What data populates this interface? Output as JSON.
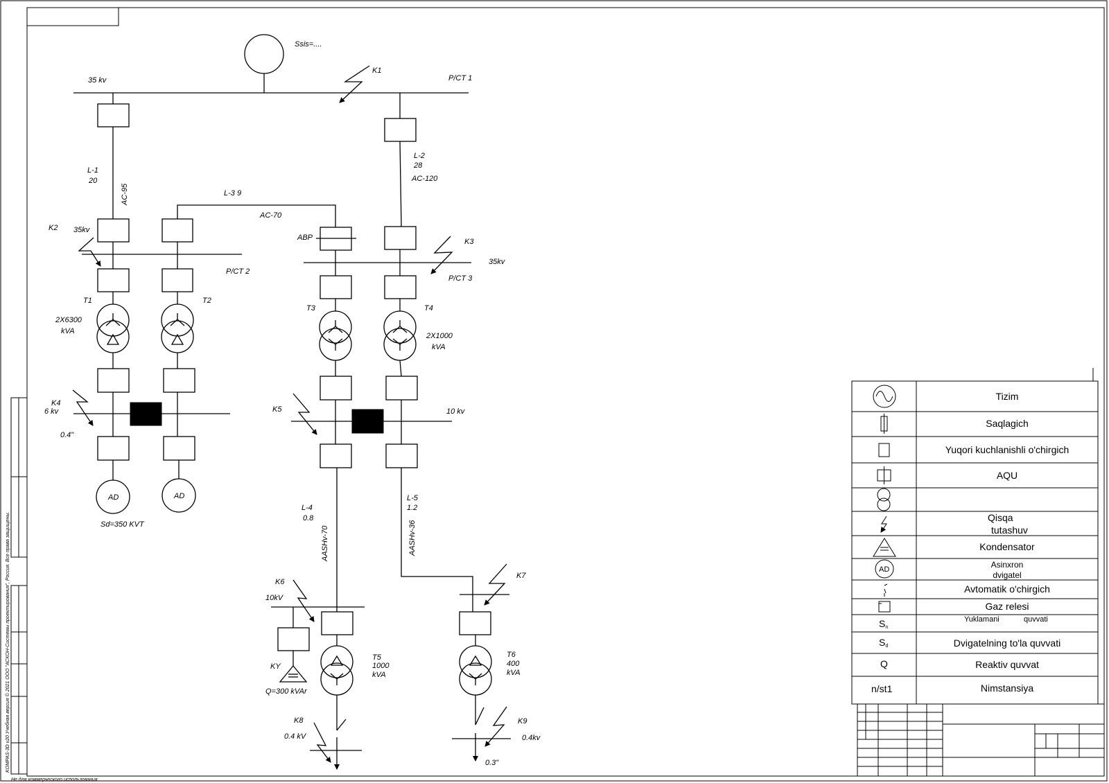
{
  "diagram": {
    "source_label": "Ssis=....",
    "busbars": {
      "bus35_main_voltage": "35 kv",
      "pst1": "P/CT 1",
      "pst2": "P/CT 2",
      "pst2_voltage": "35kv",
      "pst3": "P/CT 3",
      "pst3_voltage": "35kv",
      "bus6_voltage": "6 kv",
      "bus10_voltage": "10 kv",
      "bus6_note": "0.4\"",
      "bus10kv_k6": "10kV",
      "bus04_k8": "0.4 kV",
      "bus04_k9": "0.4kv",
      "bus04_note": "0.3\""
    },
    "faults": [
      "K1",
      "K2",
      "K3",
      "K4",
      "K5",
      "K6",
      "K7",
      "K8",
      "K9"
    ],
    "lines": {
      "l1_name": "L-1",
      "l1_len": "20",
      "l1_wire": "AC-95",
      "l2_name": "L-2",
      "l2_len": "28",
      "l2_wire": "AC-120",
      "l3_name": "L-3   9",
      "l3_wire": "AC-70",
      "l4_name": "L-4",
      "l4_len": "0.8",
      "l4_wire": "AASHv-70",
      "l5_name": "L-5",
      "l5_len": "1.2",
      "l5_wire": "AASHv-36"
    },
    "abr": "ABP",
    "transformers": {
      "t1": "T1",
      "t2": "T2",
      "t12_rating_1": "2X6300",
      "t12_rating_2": "kVA",
      "t3": "T3",
      "t4": "T4",
      "t34_rating_1": "2X1000",
      "t34_rating_2": "kVA",
      "t5": "T5",
      "t5_rating_1": "1000",
      "t5_rating_2": "kVA",
      "t6": "T6",
      "t6_rating_1": "400",
      "t6_rating_2": "kVA"
    },
    "motors": {
      "ad": "AD",
      "sd": "Sd=350 KVT"
    },
    "capacitor": {
      "name": "KY",
      "q": "Q=300 kVAr"
    }
  },
  "legend": {
    "rows": [
      {
        "symbol": "",
        "label": "Tizim"
      },
      {
        "symbol": "",
        "label": "Saqlagich"
      },
      {
        "symbol": "",
        "label": "Yuqori kuchlanishli o'chirgich"
      },
      {
        "symbol": "",
        "label": "AQU"
      },
      {
        "symbol": "",
        "label": ""
      },
      {
        "symbol": "",
        "label_1": "Qisqa",
        "label_2": "tutashuv"
      },
      {
        "symbol": "",
        "label": "Kondensator"
      },
      {
        "symbol": "AD",
        "label_1": "Asinxron",
        "label_2": "dvigatel"
      },
      {
        "symbol": "",
        "label": "Avtomatik o'chirgich"
      },
      {
        "symbol": "",
        "label": "Gaz relesi"
      },
      {
        "symbol": "Sn",
        "label_1": "Yuklamani",
        "label_2": "quvvati"
      },
      {
        "symbol": "Sd",
        "label": "Dvigatelning to'la quvvati"
      },
      {
        "symbol": "Q",
        "label": "Reaktiv quvvat"
      },
      {
        "symbol": "n/st1",
        "label": "Nimstansiya"
      }
    ]
  },
  "stamp": {
    "side_text": "KOMPAS-3D v20 Учебная версия © 2021 ООО \"АСКОН-Системы проектирования\", Россия. Все права защищены.",
    "bottom_text": "Не для коммерческого использования"
  }
}
